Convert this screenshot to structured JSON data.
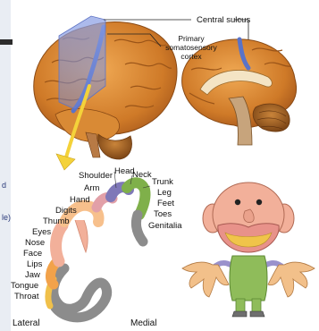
{
  "brain_labels": {
    "central_sulcus": "Central sulcus",
    "primary_line1": "Primary",
    "primary_line2": "somatosensory",
    "primary_line3": "cortex"
  },
  "homunculus_labels": [
    "Shoulder",
    "Head",
    "Neck",
    "Trunk",
    "Arm",
    "Leg",
    "Hand",
    "Feet",
    "Digits",
    "Toes",
    "Thumb",
    "Genitalia",
    "Eyes",
    "Nose",
    "Face",
    "Lips",
    "Jaw",
    "Tongue",
    "Throat"
  ],
  "orientation": {
    "lateral": "Lateral",
    "medial": "Medial"
  },
  "edge_fragments": {
    "a": "d",
    "b": "le)"
  },
  "colors": {
    "brain_orange": "#d4872e",
    "sulcus_blue": "#5a73c8",
    "arrow_yellow": "#f4d23a",
    "skin": "#f2b09a",
    "gray": "#8c8c8c",
    "green": "#7fb04a",
    "purple": "#7f78b8"
  }
}
